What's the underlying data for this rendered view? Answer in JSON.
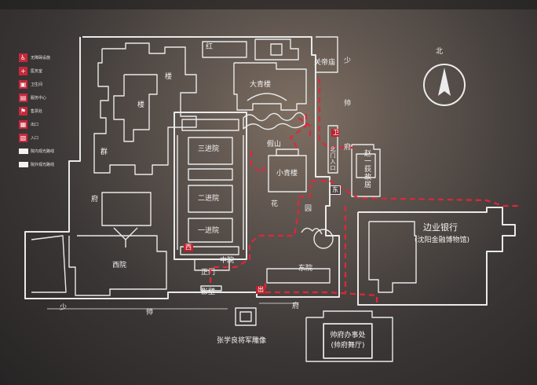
{
  "legend": [
    {
      "symbol": "♿",
      "text": "无障碍设施",
      "icon": "accessibility-icon"
    },
    {
      "symbol": "+",
      "text": "医务室",
      "icon": "first-aid-icon"
    },
    {
      "symbol": "▣",
      "text": "卫生间",
      "icon": "restroom-icon"
    },
    {
      "symbol": "▤",
      "text": "服务中心",
      "icon": "service-center-icon"
    },
    {
      "symbol": "⚑",
      "text": "售票处",
      "icon": "ticket-office-icon"
    },
    {
      "symbol": "▦",
      "text": "出口",
      "icon": "exit-icon"
    },
    {
      "symbol": "▧",
      "text": "入口",
      "icon": "entrance-icon"
    },
    {
      "symbol": "",
      "text": "院内观光路线",
      "icon": "route-line-icon"
    },
    {
      "symbol": "",
      "text": "院外观光路线",
      "icon": "outer-route-icon"
    }
  ],
  "north": "北",
  "labels": {
    "hong": "红",
    "lou": "楼",
    "qun": "群",
    "da_qing_lou": "大青楼",
    "xiao_qing_lou": "小青楼",
    "jia_shan": "假山",
    "hua": "花",
    "yuan_garden": "园",
    "san_jin_yuan": "三进院",
    "er_jin_yuan": "二进院",
    "yi_jin_yuan": "一进院",
    "zhong_yuan": "中院",
    "zheng_men": "正门",
    "ying_bi": "影壁",
    "xi_yuan": "西院",
    "dong_yuan": "东院",
    "tian_yi_miao": "关帝庙",
    "zhao_yi_di": "赵一荻故居",
    "bianye_bank": "边业银行",
    "bianye_sub": "(沈阳金融博物馆)",
    "statue": "张学良将军雕像",
    "office_1": "帅府办事处",
    "office_2": "(帅府舞厅)",
    "fu_w": "府",
    "fu_top": "府",
    "fu_bottom": "府",
    "shuai_top": "帅",
    "shuai_bottom": "帅",
    "shao_top": "少",
    "shao_bottom": "少",
    "dong_gate": "东",
    "west_lbl": "西"
  },
  "markers": {
    "restroom_chip": "卫",
    "info_chip": "北门入口",
    "xi_chip": "西",
    "xiao_chip": "出"
  }
}
